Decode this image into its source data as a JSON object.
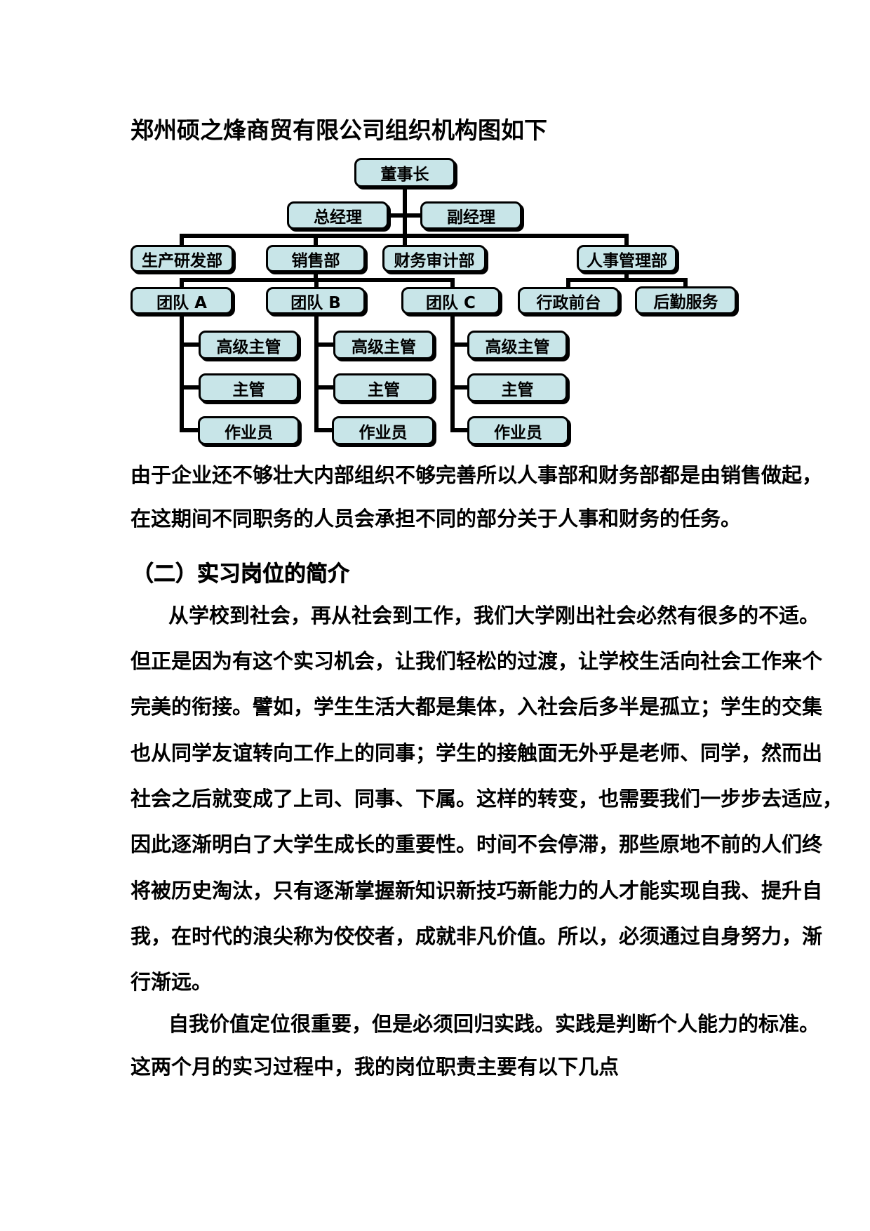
{
  "chart": {
    "title": "郑州硕之烽商贸有限公司组织机构图如下",
    "node_fill": "#c8e5e8",
    "nodes": {
      "chairman": "董事长",
      "general_manager": "总经理",
      "deputy_manager": "副经理",
      "production_rd": "生产研发部",
      "sales": "销售部",
      "finance_audit": "财务审计部",
      "hr_management": "人事管理部",
      "team_a": "团队 A",
      "team_b": "团队 B",
      "team_c": "团队 C",
      "admin_front_desk": "行政前台",
      "logistics_service": "后勤服务",
      "senior_supervisor": "高级主管",
      "supervisor": "主管",
      "operator": "作业员"
    }
  },
  "body": {
    "para1": {
      "lines": [
        "由于企业还不够壮大内部组织不够完善所以人事部和财务部都是由销售做起，",
        "在这期间不同职务的人员会承担不同的部分关于人事和财务的任务。"
      ]
    },
    "heading2": "（二）实习岗位的简介",
    "para2": {
      "lines": [
        "从学校到社会，再从社会到工作，我们大学刚出社会必然有很多的不适。",
        "但正是因为有这个实习机会，让我们轻松的过渡，让学校生活向社会工作来个",
        "完美的衔接。譬如，学生生活大都是集体，入社会后多半是孤立；学生的交集",
        "也从同学友谊转向工作上的同事；学生的接触面无外乎是老师、同学，然而出",
        "社会之后就变成了上司、同事、下属。这样的转变，也需要我们一步步去适应，",
        "因此逐渐明白了大学生成长的重要性。时间不会停滞，那些原地不前的人们终",
        "将被历史淘汰，只有逐渐掌握新知识新技巧新能力的人才能实现自我、提升自",
        "我，在时代的浪尖称为佼佼者，成就非凡价值。所以，必须通过自身努力，渐",
        "行渐远。"
      ]
    },
    "para3": {
      "lines": [
        "自我价值定位很重要，但是必须回归实践。实践是判断个人能力的标准。",
        "这两个月的实习过程中，我的岗位职责主要有以下几点"
      ]
    }
  }
}
